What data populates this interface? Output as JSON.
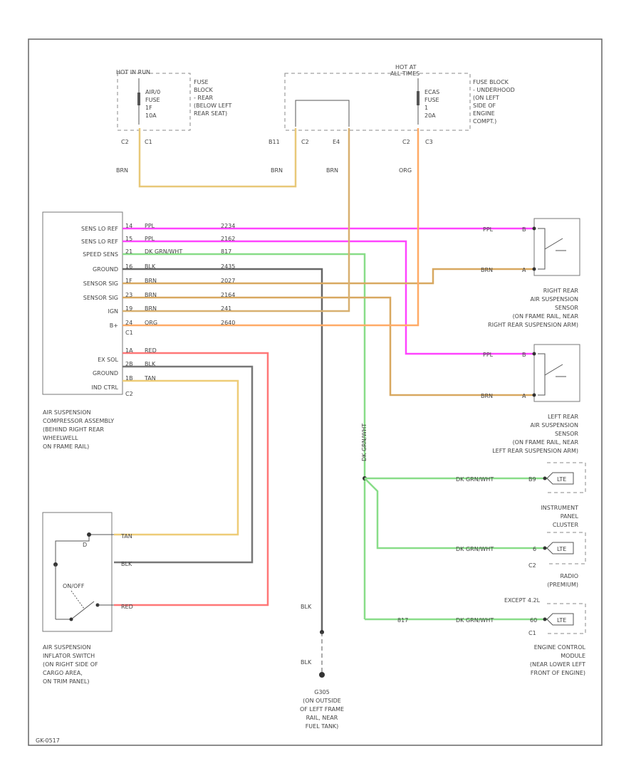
{
  "fuse_hot_run": "HOT IN RUN",
  "fuse_hot_all": "HOT AT ALL TIMES",
  "fuse1_label": [
    "AIR/0",
    "FUSE",
    "1F",
    "10A"
  ],
  "fuse2_label": [
    "ECAS",
    "FUSE",
    "1",
    "20A"
  ],
  "fuse_block_rear": [
    "FUSE",
    "BLOCK",
    "- REAR",
    "(BELOW LEFT",
    "REAR SEAT)"
  ],
  "fuse_block_underhood": [
    "FUSE BLOCK",
    "- UNDERHOOD",
    "(ON LEFT",
    "SIDE OF",
    "ENGINE",
    "COMPT.)"
  ],
  "connector_labels": {
    "c2": "C2",
    "c1": "C1",
    "b11": "B11",
    "c2b": "C2",
    "e4": "E4",
    "c2c": "C2",
    "c3": "C3",
    "c1_comp": "C1",
    "c2_comp": "C2"
  },
  "wire_colors_top": {
    "w1": "BRN",
    "w2": "BRN",
    "w3": "BRN",
    "w4": "ORG"
  },
  "compressor_pins_c1": [
    "SENS LO REF",
    "SENS LO REF",
    "SPEED SENS",
    "GROUND",
    "SENSOR SIG",
    "SENSOR SIG",
    "IGN",
    "B+"
  ],
  "compressor_pins_c2": [
    "EX SOL",
    "GROUND",
    "IND CTRL"
  ],
  "compressor_wires_c1": [
    {
      "pin": "14",
      "color": "PPL",
      "circuit": "2234",
      "stroke": "#ff33ff"
    },
    {
      "pin": "15",
      "color": "PPL",
      "circuit": "2162",
      "stroke": "#ff33ff"
    },
    {
      "pin": "21",
      "color": "DK GRN/WHT",
      "circuit": "817",
      "stroke": "#66cc66"
    },
    {
      "pin": "16",
      "color": "BLK",
      "circuit": "2435",
      "stroke": "#555555"
    },
    {
      "pin": "1F",
      "color": "BRN",
      "circuit": "2027",
      "stroke": "#c8a050"
    },
    {
      "pin": "23",
      "color": "BRN",
      "circuit": "2164",
      "stroke": "#c8a050"
    },
    {
      "pin": "19",
      "color": "BRN",
      "circuit": "241",
      "stroke": "#c8a050"
    },
    {
      "pin": "24",
      "color": "ORG",
      "circuit": "2640",
      "stroke": "#ffa060"
    }
  ],
  "compressor_wires_c2": [
    {
      "pin": "1A",
      "color": "RED",
      "stroke": "#ff6666"
    },
    {
      "pin": "2B",
      "color": "BLK",
      "stroke": "#555555"
    },
    {
      "pin": "1B",
      "color": "TAN",
      "stroke": "#e8c060"
    }
  ],
  "compressor_label": [
    "AIR SUSPENSION",
    "COMPRESSOR ASSEMBLY",
    "(BEHIND RIGHT REAR",
    "WHEELWELL",
    "ON FRAME RAIL)"
  ],
  "right_sensor_label": [
    "RIGHT REAR",
    "AIR SUSPENSION",
    "SENSOR",
    "(ON FRAME RAIL, NEAR",
    "RIGHT REAR SUSPENSION ARM)"
  ],
  "left_sensor_label": [
    "LEFT REAR",
    "AIR SUSPENSION",
    "SENSOR",
    "(ON FRAME RAIL, NEAR",
    "LEFT REAR SUSPENSION ARM)"
  ],
  "sensor_wire_labels": {
    "r_ppl": "PPL",
    "r_brn": "BRN",
    "l_ppl": "PPL",
    "l_brn": "BRN"
  },
  "sensor_pins": {
    "r_b": "B",
    "r_a": "A",
    "l_b": "B",
    "l_a": "A"
  },
  "vertical_green": "DK GRN/WHT",
  "cluster_wire": "DK GRN/WHT",
  "radio_wire": "DK GRN/WHT",
  "ecm_wire": "DK GRN/WHT",
  "ecm_circuit": "817",
  "pin_cluster": "B9",
  "pin_radio": "6",
  "pin_ecm": "60",
  "lte_label": "LTE",
  "cluster_label": [
    "INSTRUMENT",
    "PANEL",
    "CLUSTER"
  ],
  "radio_label": [
    "RADIO",
    "(PREMIUM)"
  ],
  "radio_conn": "C2",
  "ecm_except": "EXCEPT 4.2L",
  "ecm_conn": "C1",
  "ecm_label": [
    "ENGINE CONTROL",
    "MODULE",
    "(NEAR LOWER LEFT",
    "FRONT OF ENGINE)"
  ],
  "switch_wires": {
    "tan": "TAN",
    "blk": "BLK",
    "red": "RED"
  },
  "switch_on_off": "ON/OFF",
  "switch_label": [
    "AIR SUSPENSION",
    "INFLATOR SWITCH",
    "(ON RIGHT SIDE OF",
    "CARGO AREA,",
    "ON TRIM PANEL)"
  ],
  "ground_wire_labels": [
    "BLK",
    "BLK"
  ],
  "ground_label": [
    "G305",
    "(ON OUTSIDE",
    "OF LEFT FRAME",
    "RAIL, NEAR",
    "FUEL TANK)"
  ],
  "footer_code": "GK-0517"
}
